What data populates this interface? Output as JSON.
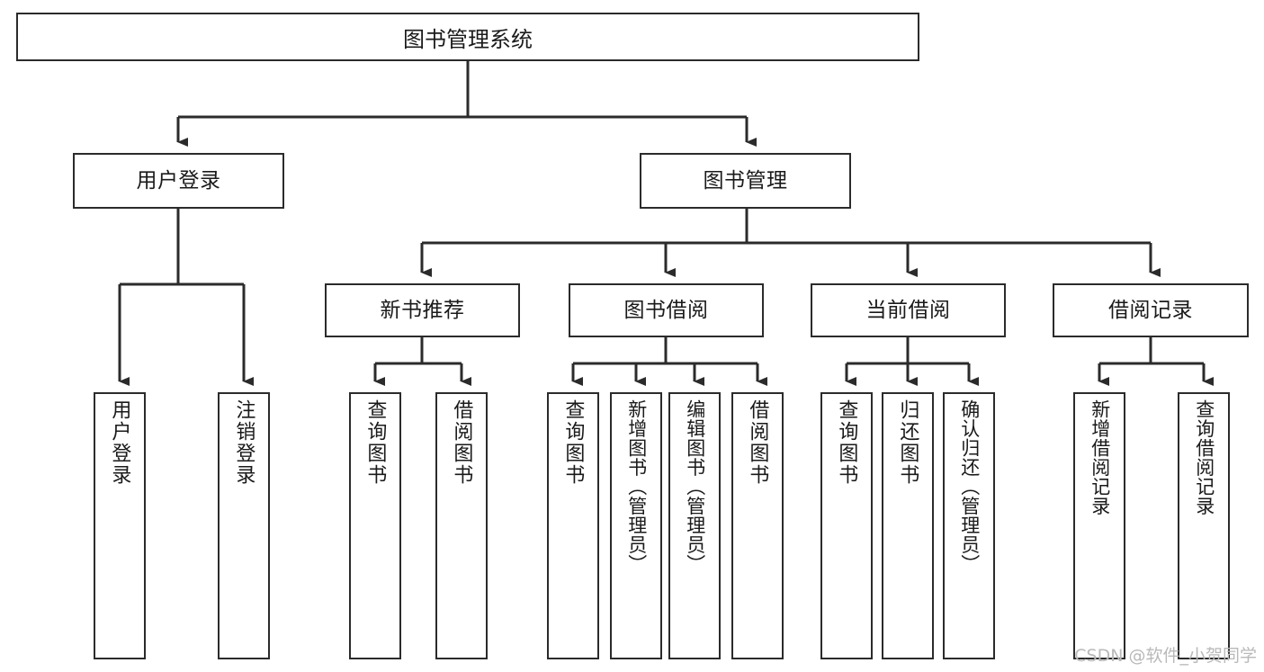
{
  "diagram": {
    "type": "tree",
    "title": "图书管理系统",
    "root": {
      "label": "图书管理系统"
    },
    "level2": [
      {
        "label": "用户登录"
      },
      {
        "label": "图书管理"
      }
    ],
    "level3": [
      {
        "label": "新书推荐"
      },
      {
        "label": "图书借阅"
      },
      {
        "label": "当前借阅"
      },
      {
        "label": "借阅记录"
      }
    ],
    "leaves": {
      "user_login": [
        {
          "label": "用户登录"
        },
        {
          "label": "注销登录"
        }
      ],
      "new_book": [
        {
          "label": "查询图书"
        },
        {
          "label": "借阅图书"
        }
      ],
      "book_borrow": [
        {
          "label": "查询图书"
        },
        {
          "label": "新增图书（管理员）"
        },
        {
          "label": "编辑图书（管理员）"
        },
        {
          "label": "借阅图书"
        }
      ],
      "current_borrow": [
        {
          "label": "查询图书"
        },
        {
          "label": "归还图书"
        },
        {
          "label": "确认归还（管理员）"
        }
      ],
      "borrow_record": [
        {
          "label": "新增借阅记录"
        },
        {
          "label": "查询借阅记录"
        }
      ]
    }
  },
  "watermark": {
    "text": "CSDN @软件_小贺同学"
  },
  "colors": {
    "box_border": "#2b2b2b",
    "box_fill": "#ffffff",
    "connector": "#2b2b2b",
    "text": "#1a1a1a",
    "watermark": "#b9b9b9"
  }
}
